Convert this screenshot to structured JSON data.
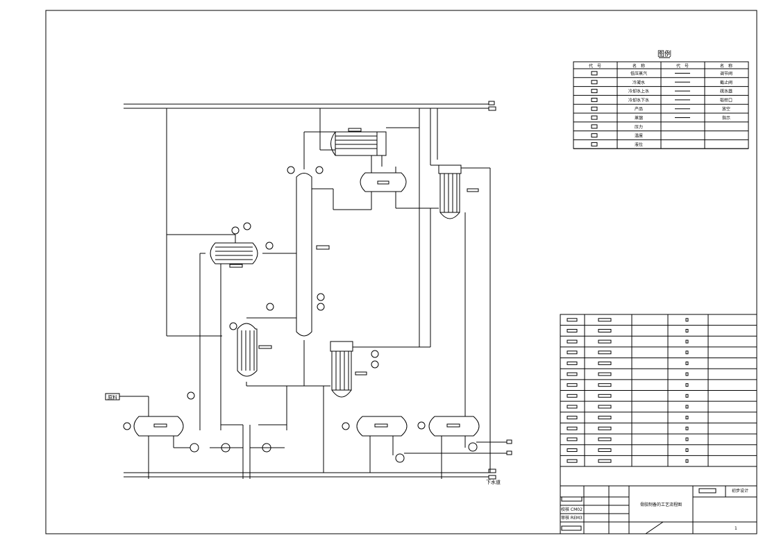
{
  "legend": {
    "title": "图例",
    "headers": [
      "代　号",
      "名　称",
      "代　号",
      "名　称"
    ],
    "left_items": [
      "低压蒸汽",
      "冷凝水",
      "冷却水上水",
      "冷却水下水",
      "产品",
      "蒸馏",
      "压力",
      "温度",
      "液位"
    ],
    "right_items": [
      "调节阀",
      "截止阀",
      "疏水器",
      "取样口",
      "放空",
      "指示"
    ]
  },
  "labels": {
    "feed": "原料",
    "drain": "下水道"
  },
  "title_block": {
    "drawing_title": "骨胶制备的工艺流程图",
    "stage": "初步设计",
    "checked_by": "校核 CM02",
    "reviewed_by": "审核 REM3",
    "sheet_mark": "1"
  },
  "colors": {
    "line": "#000000",
    "background": "#ffffff"
  }
}
